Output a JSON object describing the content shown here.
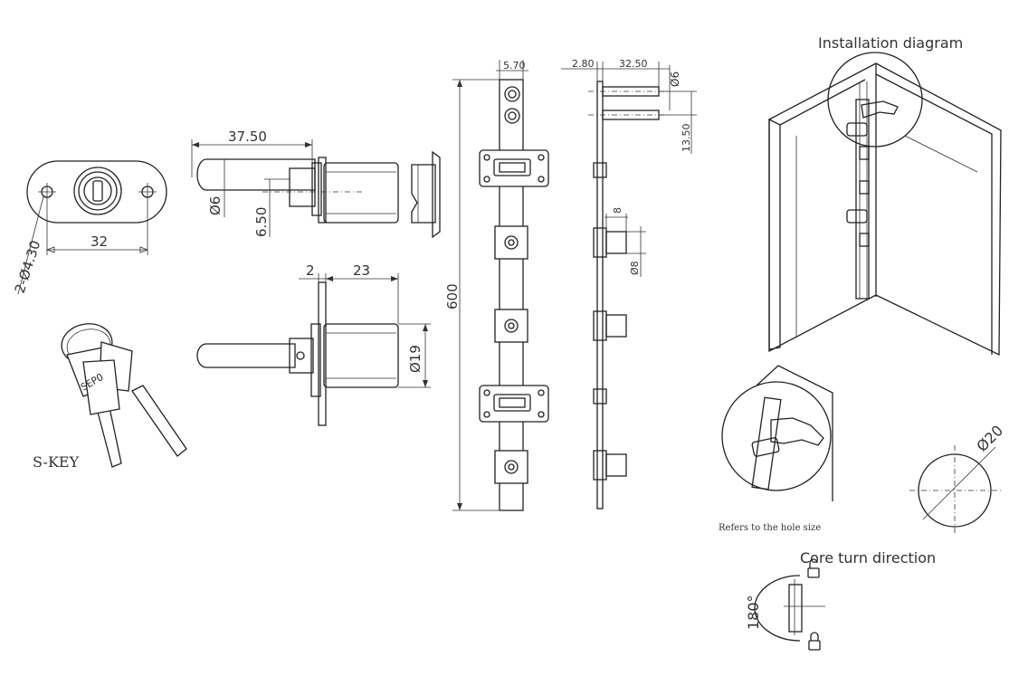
{
  "front_view": {
    "dim_width": "32",
    "dim_holes": "2-Ø4.30"
  },
  "side_view_top": {
    "dim_length": "37.50",
    "dim_bolt_dia": "Ø6",
    "dim_offset": "6.50"
  },
  "side_view_bottom": {
    "dim_flange": "2",
    "dim_body": "23",
    "dim_dia": "Ø19"
  },
  "keys": {
    "label": "S-KEY",
    "stamp": "SEPO"
  },
  "rod": {
    "dim_width": "5.70",
    "dim_length": "600"
  },
  "rod_side": {
    "dim_left": "2.80",
    "dim_right": "32.50",
    "dim_pin_dia": "Ø6",
    "dim_spacing": "13.50",
    "dim_small": "8",
    "dim_small_dia": "Ø8"
  },
  "installation": {
    "title": "Installation diagram",
    "hole_note": "Refers to the hole size",
    "hole_dim": "Ø20"
  },
  "core_turn": {
    "title": "Core turn direction",
    "angle": "180°"
  }
}
